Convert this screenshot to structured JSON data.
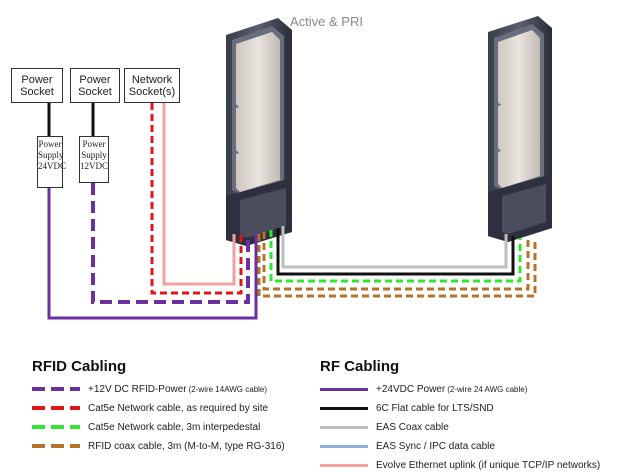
{
  "title": "Active & PRI",
  "boxes": {
    "power_socket_1": [
      "Power",
      "Socket"
    ],
    "power_socket_2": [
      "Power",
      "Socket"
    ],
    "network_socket": [
      "Network",
      "Socket(s)"
    ],
    "psu_24": [
      "Power",
      "Supply",
      "24VDC"
    ],
    "psu_12": [
      "Power",
      "Supply",
      "12VDC"
    ]
  },
  "colors": {
    "purple": "#6b2fa0",
    "red": "#e0141b",
    "green": "#2ee82e",
    "brown": "#b5732a",
    "black": "#111111",
    "gray": "#bdbdbd",
    "blue": "#8fb0d8",
    "pink": "#f4a0a0"
  },
  "legend_rfid": {
    "heading": "RFID Cabling",
    "items": [
      {
        "label": "+12V DC RFID-Power",
        "note": "(2-wire 14AWG cable)",
        "color": "#6b2fa0",
        "style": "dashed"
      },
      {
        "label": "Cat5e Network cable, as required by site",
        "note": "",
        "color": "#e0141b",
        "style": "dashed"
      },
      {
        "label": "Cat5e Network cable, 3m interpedestal",
        "note": "",
        "color": "#2ee82e",
        "style": "dashed"
      },
      {
        "label": "RFID coax cable, 3m (M-to-M, type RG-316)",
        "note": "",
        "color": "#b5732a",
        "style": "dashed"
      }
    ]
  },
  "legend_rf": {
    "heading": "RF Cabling",
    "items": [
      {
        "label": "+24VDC Power",
        "note": "(2-wire 24 AWG cable)",
        "color": "#6b2fa0",
        "style": "solid"
      },
      {
        "label": "6C Flat cable for LTS/SND",
        "note": "",
        "color": "#111111",
        "style": "solid"
      },
      {
        "label": "EAS Coax cable",
        "note": "",
        "color": "#bdbdbd",
        "style": "solid"
      },
      {
        "label": "EAS Sync / IPC data cable",
        "note": "",
        "color": "#8fb0d8",
        "style": "solid"
      },
      {
        "label": "Evolve Ethernet uplink (if unique TCP/IP networks)",
        "note": "",
        "color": "#f4a0a0",
        "style": "solid"
      }
    ]
  }
}
